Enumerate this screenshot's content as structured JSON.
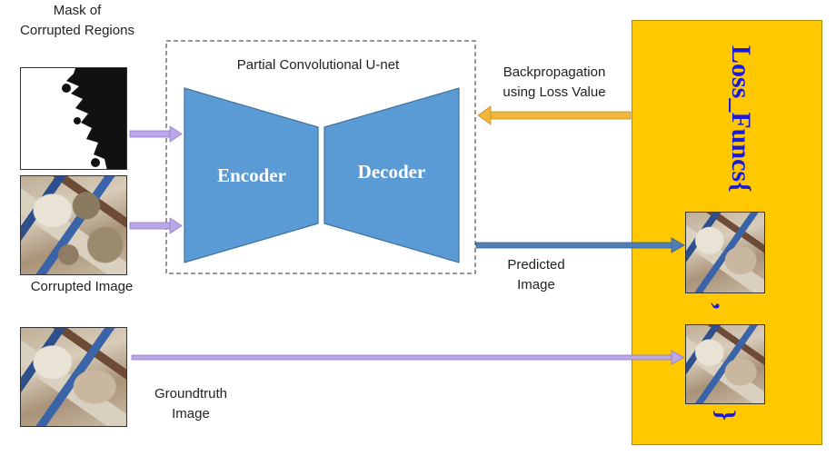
{
  "labels": {
    "mask": [
      "Mask of",
      "Corrupted Regions"
    ],
    "corrupted": "Corrupted Image",
    "network_title": "Partial Convolutional U-net",
    "encoder": "Encoder",
    "decoder": "Decoder",
    "backprop": [
      "Backpropagation",
      "using Loss Value"
    ],
    "predicted": [
      "Predicted",
      "Image"
    ],
    "groundtruth": [
      "Groundtruth",
      "Image"
    ],
    "loss_func": "Loss_Funcs{",
    "loss_comma": ",",
    "loss_close": "}"
  },
  "colors": {
    "block_fill": "#5b9bd5",
    "block_stroke": "#41719c",
    "loss_panel": "#ffc800",
    "loss_text": "#1a1adb",
    "input_arrow": "#b9a7e8",
    "backprop_arrow": "#f0b73c",
    "predicted_arrow": "#4f7fb5"
  }
}
